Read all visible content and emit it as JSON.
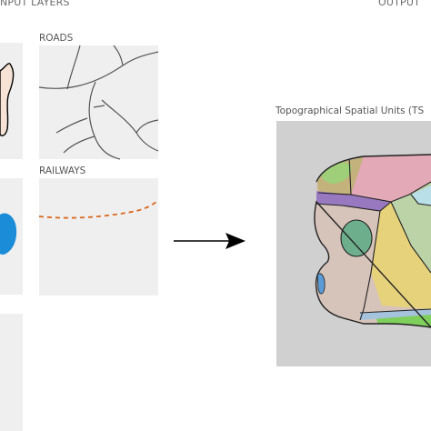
{
  "headings": {
    "input": "NPUT LAYERS",
    "output": "OUTPUT"
  },
  "layers": {
    "roads": "ROADS",
    "railways": "RAILWAYS"
  },
  "output_panel": {
    "title": "Topographical Spatial Units (TS"
  },
  "colors": {
    "panel_bg": "#efefef",
    "output_bg": "#d0d0d0",
    "road_line": "#555555",
    "railway_line": "#d9671b",
    "water": "#1a8cd8",
    "land_fill": "#f6e3d6",
    "arrow": "#000000"
  }
}
